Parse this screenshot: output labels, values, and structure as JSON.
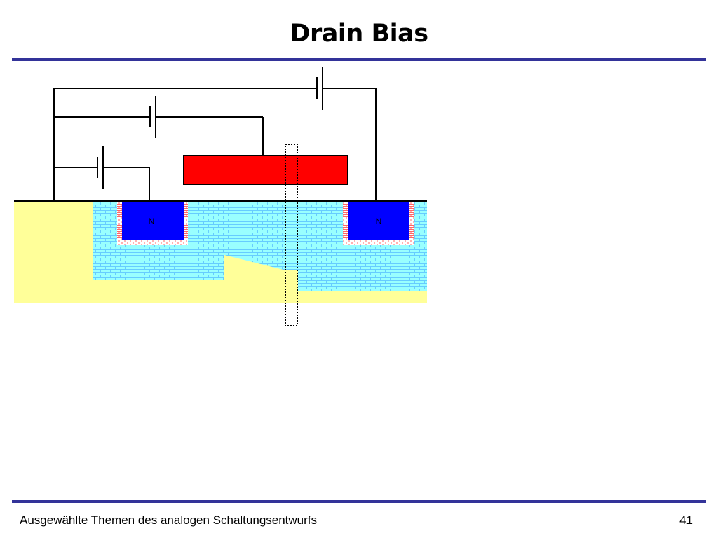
{
  "slide": {
    "title": "Drain Bias",
    "footer": "Ausgewählte Themen des analogen Schaltungsentwurfs",
    "page_number": "41"
  },
  "diagram": {
    "source_label": "N",
    "drain_label": "N"
  },
  "colors": {
    "rule": "#333399",
    "gate": "#ff0000",
    "n_region": "#0000ff",
    "substrate": "#ffff99",
    "depletion": "#99ffff",
    "depletion_pattern": "#66ccff",
    "n_halo": "#ff6666",
    "wire": "#000000"
  }
}
